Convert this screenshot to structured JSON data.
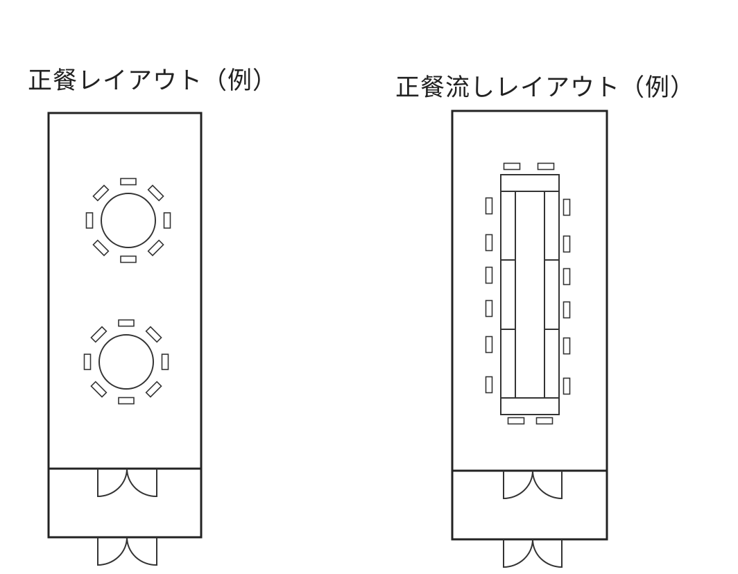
{
  "layouts": [
    {
      "title": "正餐レイアウト（例）",
      "table_type": "round",
      "tables": 2,
      "chairs_per_table": 8
    },
    {
      "title": "正餐流しレイアウト（例）",
      "table_type": "long",
      "chairs": 16
    }
  ]
}
